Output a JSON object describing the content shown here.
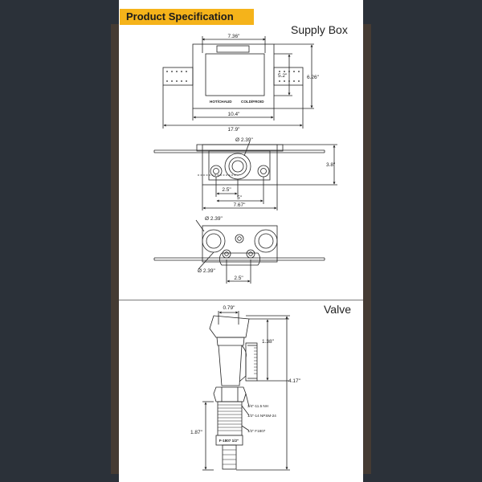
{
  "header": {
    "badge_label": "Product Specification"
  },
  "supply_box": {
    "title": "Supply Box",
    "front_view": {
      "dims": {
        "top_width": "7.36\"",
        "box_height": "5.2\"",
        "total_height": "6.26\"",
        "box_width": "10.4\"",
        "overall_width": "17.9\""
      },
      "labels": {
        "hot": "HOT/CHAUD",
        "cold": "COLD/FROID"
      }
    },
    "top_view": {
      "dims": {
        "outlet_dia": "Ø 2.39\"",
        "depth": "3.8\"",
        "spacing_a": "2.5\"",
        "spacing_b": "5\"",
        "width": "7.67\""
      }
    },
    "bottom_view": {
      "dims": {
        "outlet_dia_top": "Ø 2.39\"",
        "outlet_dia_bottom": "Ø 2.39\"",
        "spacing": "2.5\""
      }
    }
  },
  "valve": {
    "title": "Valve",
    "dims": {
      "handle_width": "0.79\"",
      "upper_height": "1.38\"",
      "total_height": "4.17\"",
      "lower_height": "1.87\""
    },
    "thread_labels": {
      "thread_a": "3/4\"-11.5 NH",
      "thread_b": "1/2\"-14 NPSM-24",
      "thread_c": "1/2\" F1807"
    },
    "stamp": "F-1807 1/2\""
  }
}
